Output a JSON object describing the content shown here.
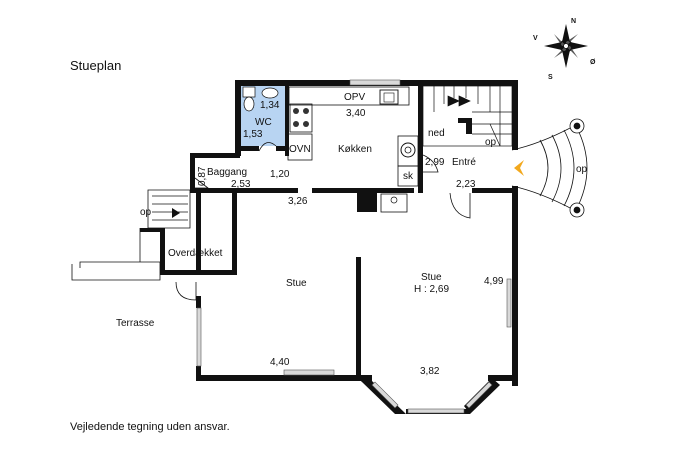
{
  "title": "Stueplan",
  "disclaimer": "Vejledende tegning uden ansvar.",
  "compass": {
    "n": "N",
    "s": "S",
    "v": "V",
    "o": "Ø"
  },
  "rooms": {
    "wc": "WC",
    "wc_dim1": "1,34",
    "wc_dim2": "1,53",
    "opv": "OPV",
    "kitchen_dim": "3,40",
    "kitchen": "Køkken",
    "ovn": "OVN",
    "sk": "sk",
    "ned": "ned",
    "op_stairs": "op",
    "entre": "Entré",
    "entre_dim1": "2,99",
    "entre_dim2": "2,23",
    "op_outside": "op",
    "baggang": "Baggang",
    "baggang_dim1": "0,87",
    "baggang_dim2": "2,53",
    "baggang_dim3": "1,20",
    "corridor_dim": "3,26",
    "op_left": "op",
    "overdaekket": "Overdækket",
    "terrasse": "Terrasse",
    "stue_left": "Stue",
    "stue_left_dim": "4,40",
    "stue_right": "Stue",
    "stue_right_height": "H : 2,69",
    "stue_right_dim1": "4,99",
    "stue_right_dim2": "3,82"
  },
  "colors": {
    "wc_fill": "#b8d4f2",
    "arrow": "#f2a81d",
    "wall": "#111111"
  }
}
